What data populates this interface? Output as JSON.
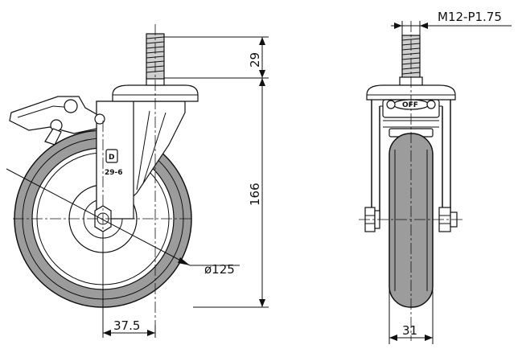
{
  "dimensions": {
    "thread_height": "29",
    "total_height": "166",
    "wheel_diameter": "ø125",
    "offset": "37.5",
    "wheel_width": "31",
    "thread_spec": "M12-P1.75"
  },
  "wheel_mark": {
    "logo": "D",
    "code": "29-6"
  },
  "brake_label": "OFF"
}
